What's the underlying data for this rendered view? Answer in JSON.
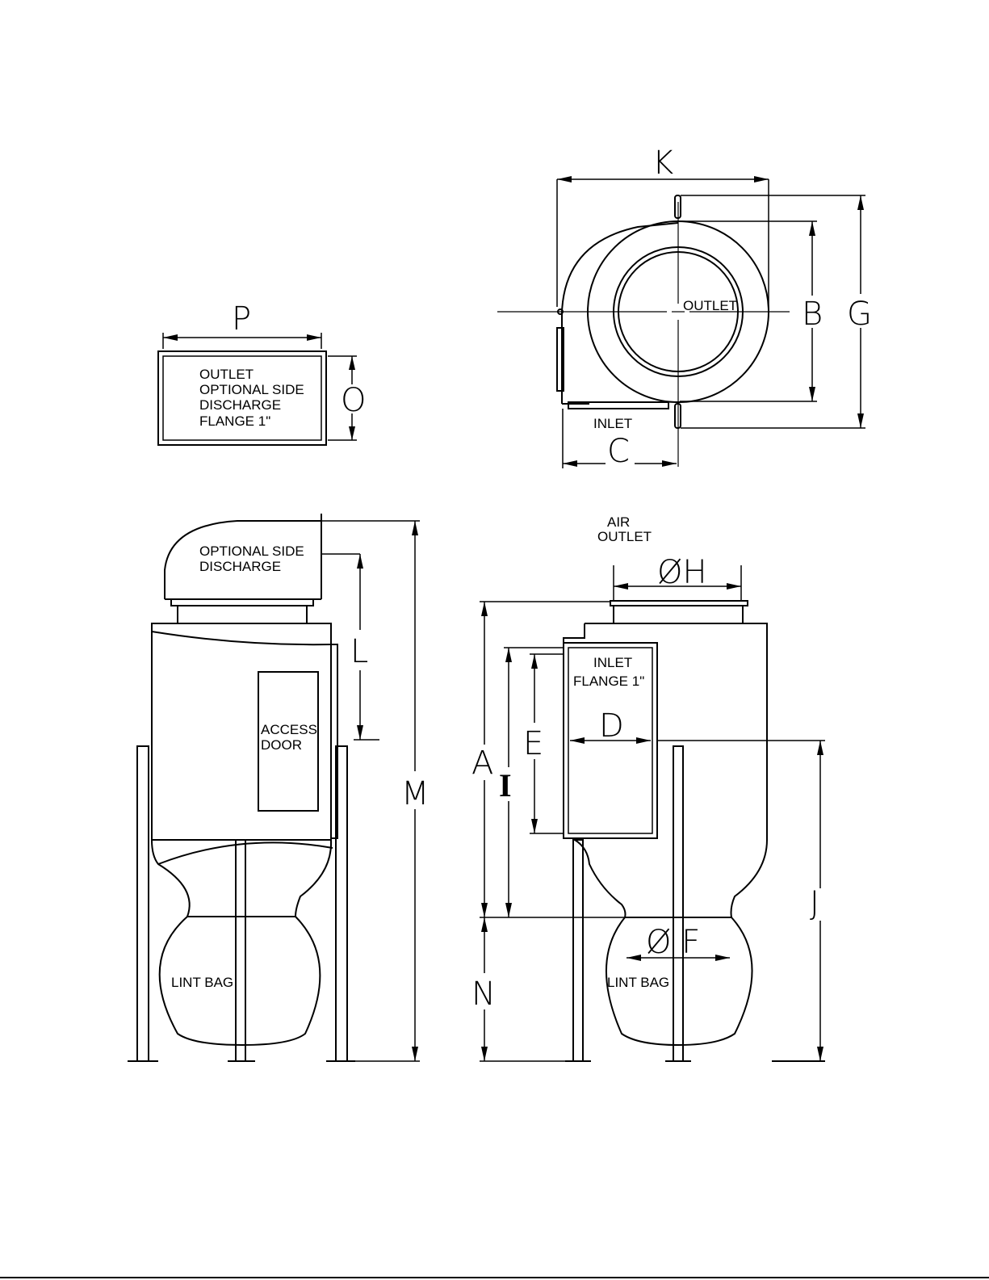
{
  "labels": {
    "outlet_flange": [
      "OUTLET",
      "OPTIONAL  SIDE",
      "DISCHARGE",
      "FLANGE  1\""
    ],
    "top_outlet": "OUTLET",
    "top_inlet": "INLET",
    "side_discharge": [
      "OPTIONAL  SIDE",
      "DISCHARGE"
    ],
    "access_door": [
      "ACCESS",
      "DOOR"
    ],
    "lint_bag_left": "LINT  BAG",
    "air_outlet": [
      "AIR",
      "OUTLET"
    ],
    "inlet_flange": [
      "INLET",
      "FLANGE  1\""
    ],
    "lint_bag_right": "LINT  BAG"
  },
  "dimensions": {
    "A": "A",
    "B": "B",
    "C": "C",
    "D": "D",
    "E": "E",
    "F": "Ø  F",
    "G": "G",
    "H": "ØH",
    "I": "I",
    "J": "J",
    "K": "K",
    "L": "L",
    "M": "M",
    "N": "N",
    "O": "O",
    "P": "P"
  }
}
